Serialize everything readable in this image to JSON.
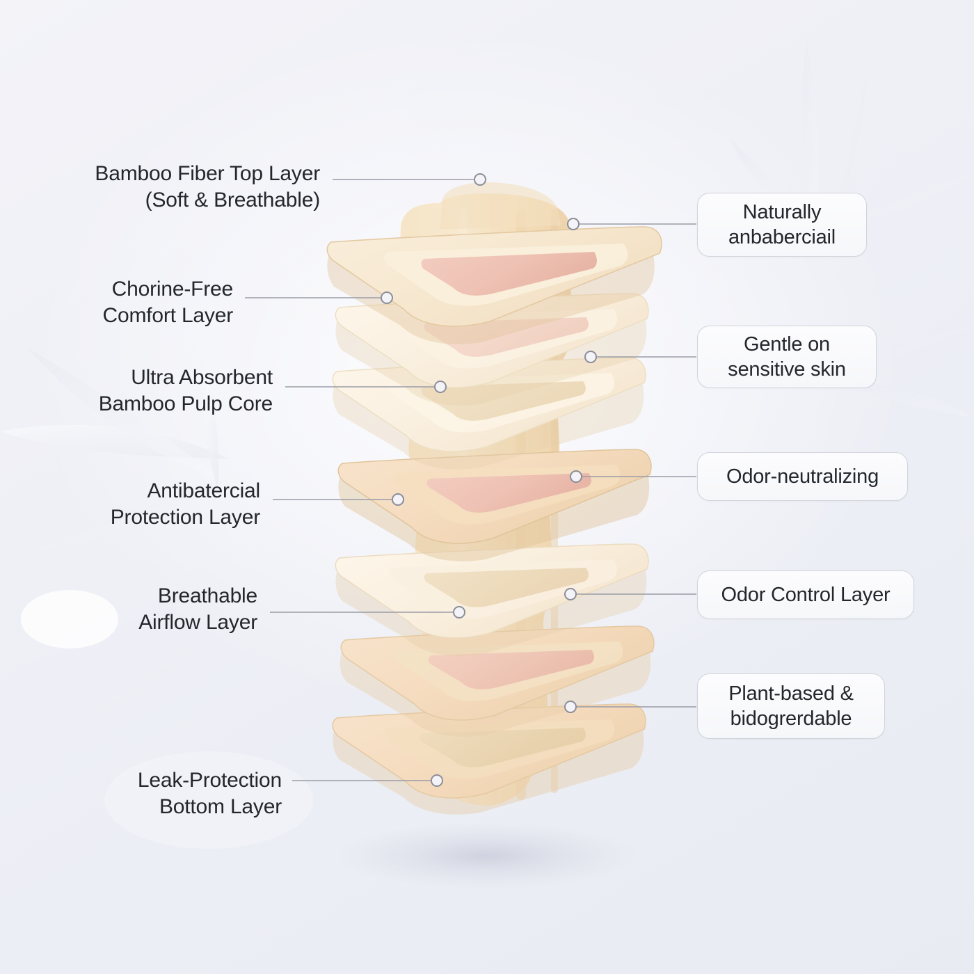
{
  "theme": {
    "background_top": "#f3f3f8",
    "background_bottom": "#e9ebf3",
    "text_color": "#23262b",
    "connector_color": "#9a9ca6",
    "pill_border": "#d2d4dc",
    "pill_fill": "#fbfcfe",
    "sheet_cream": "#f5e7cf",
    "sheet_cream_light": "#fbf2e2",
    "sheet_edge": "#e2c9a4",
    "core_pink": "#f0c4b8",
    "core_pink_deep": "#e6b0a4",
    "core_tan": "#e8cfae",
    "pad_body": "#f3debb"
  },
  "left_labels": [
    {
      "id": "bamboo-fiber-top-layer",
      "text": "Bamboo Fiber Top Layer\n(Soft & Breathable)"
    },
    {
      "id": "chorine-free-comfort-layer",
      "text": "Chorine-Free\nComfort Layer"
    },
    {
      "id": "ultra-absorbent-bamboo-pulp-core",
      "text": "Ultra Absorbent\nBamboo Pulp Core"
    },
    {
      "id": "antibatercial-protection-layer",
      "text": "Antibatercial\nProtection Layer"
    },
    {
      "id": "breathable-airflow-layer",
      "text": "Breathable\nAirflow Layer"
    },
    {
      "id": "leak-protection-bottom-layer",
      "text": "Leak-Protection\nBottom Layer"
    }
  ],
  "right_pills": [
    {
      "id": "naturally-antibacterial",
      "text": "Naturally\nanbaberciail"
    },
    {
      "id": "gentle-on-sensitive-skin",
      "text": "Gentle on\nsensitive skin"
    },
    {
      "id": "odor-neutralizing",
      "text": "Odor-neutralizing"
    },
    {
      "id": "odor-control-layer",
      "text": "Odor Control Layer"
    },
    {
      "id": "plant-based-biodegradable",
      "text": "Plant-based &\nbidogrerdable"
    }
  ]
}
